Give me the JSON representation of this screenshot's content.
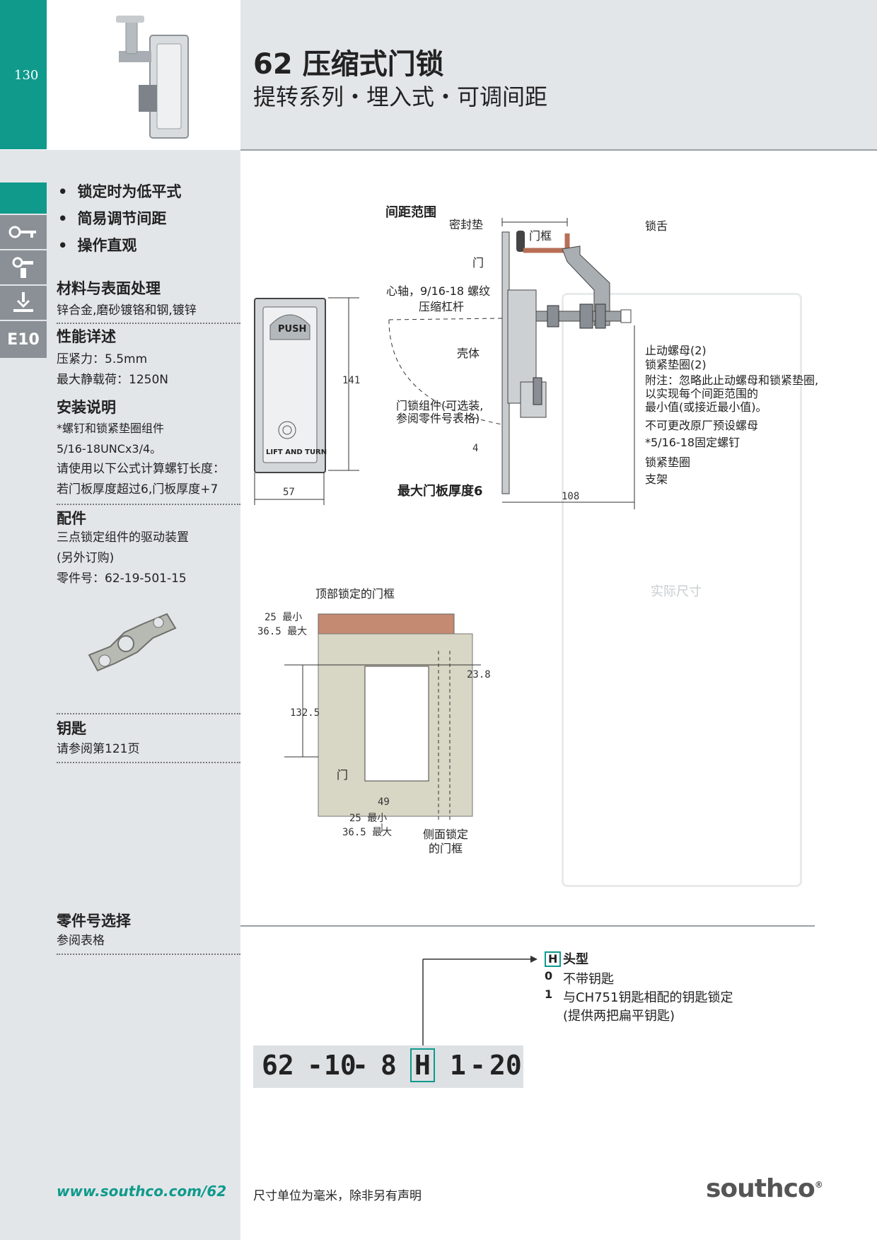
{
  "header": {
    "page_number": "130",
    "title": "62 压缩式门锁",
    "subtitle": "提转系列・埋入式・可调间距"
  },
  "features": [
    "锁定时为低平式",
    "简易调节间距",
    "操作直观"
  ],
  "sidebar": {
    "tab_label": "E10",
    "material": {
      "heading": "材料与表面处理",
      "text": "锌合金,磨砂镀铬和钢,镀锌"
    },
    "performance": {
      "heading": "性能详述",
      "lines": [
        "压紧力：5.5mm",
        "最大静载荷：1250N"
      ]
    },
    "install": {
      "heading": "安装说明",
      "lines": [
        "*螺钉和锁紧垫圈组件",
        "5/16-18UNCx3/4。",
        "请使用以下公式计算螺钉长度：",
        "若门板厚度超过6,门板厚度+7"
      ]
    },
    "accessory": {
      "heading": "配件",
      "lines": [
        "三点锁定组件的驱动装置",
        "(另外订购)",
        "零件号：62-19-501-15"
      ]
    },
    "key": {
      "heading": "钥匙",
      "text": "请参阅第121页"
    },
    "part_select": {
      "heading": "零件号选择",
      "text": "参阅表格"
    }
  },
  "drawing": {
    "front_view": {
      "push_label": "PUSH",
      "lift_label": "LIFT AND TURN",
      "height": "141",
      "width": "57"
    },
    "side_labels": {
      "spacing_range": "间距范围",
      "seal": "密封垫",
      "door_frame": "门框",
      "door": "门",
      "tongue": "锁舌",
      "shaft": "心轴，9/16-18 螺纹",
      "lever": "压缩杠杆",
      "housing": "壳体",
      "door_lock_assy": "门锁组件(可选装,",
      "door_lock_assy2": "参阅零件号表格)",
      "stop_nut": "止动螺母(2)",
      "lock_washer2": "锁紧垫圈(2)",
      "note1": "附注：忽略此止动螺母和锁紧垫圈,",
      "note2": "以实现每个间距范围的",
      "note3": "最小值(或接近最小值)。",
      "factory_nut": "不可更改原厂预设螺母",
      "fixed_screw": "*5/16-18固定螺钉",
      "lock_washer": "锁紧垫圈",
      "bracket": "支架",
      "max_thickness": "最大门板厚度6",
      "dim_4": "4",
      "dim_108": "108",
      "actual_size": "实际尺寸"
    },
    "cutout": {
      "top_frame": "顶部锁定的门框",
      "min_max_top_1": "25 最小",
      "min_max_top_2": "36.5 最大",
      "dim_23_8": "23.8",
      "dim_132_5": "132.5",
      "door": "门",
      "dim_49": "49",
      "min_max_bottom_1": "25 最小",
      "min_max_bottom_2": "36.5 最大",
      "side_frame_1": "侧面锁定",
      "side_frame_2": "的门框"
    }
  },
  "part_number": {
    "head_type_code": "H",
    "head_type_title": "头型",
    "options": [
      {
        "code": "0",
        "text": "不带钥匙"
      },
      {
        "code": "1",
        "text": "与CH751钥匙相配的钥匙锁定"
      }
    ],
    "option_note": "(提供两把扁平钥匙)",
    "segments": [
      "62",
      "-",
      "10",
      "-",
      "8",
      "H",
      "1",
      "-",
      "20"
    ]
  },
  "footer": {
    "url": "www.southco.com/62",
    "note": "尺寸单位为毫米，除非另有声明",
    "logo": "southco",
    "logo_mark": "®"
  },
  "colors": {
    "teal": "#0f9a8c",
    "panel_gray": "#e3e6e9",
    "frame_brown": "#c48a72",
    "door_beige": "#d8d6c4"
  }
}
